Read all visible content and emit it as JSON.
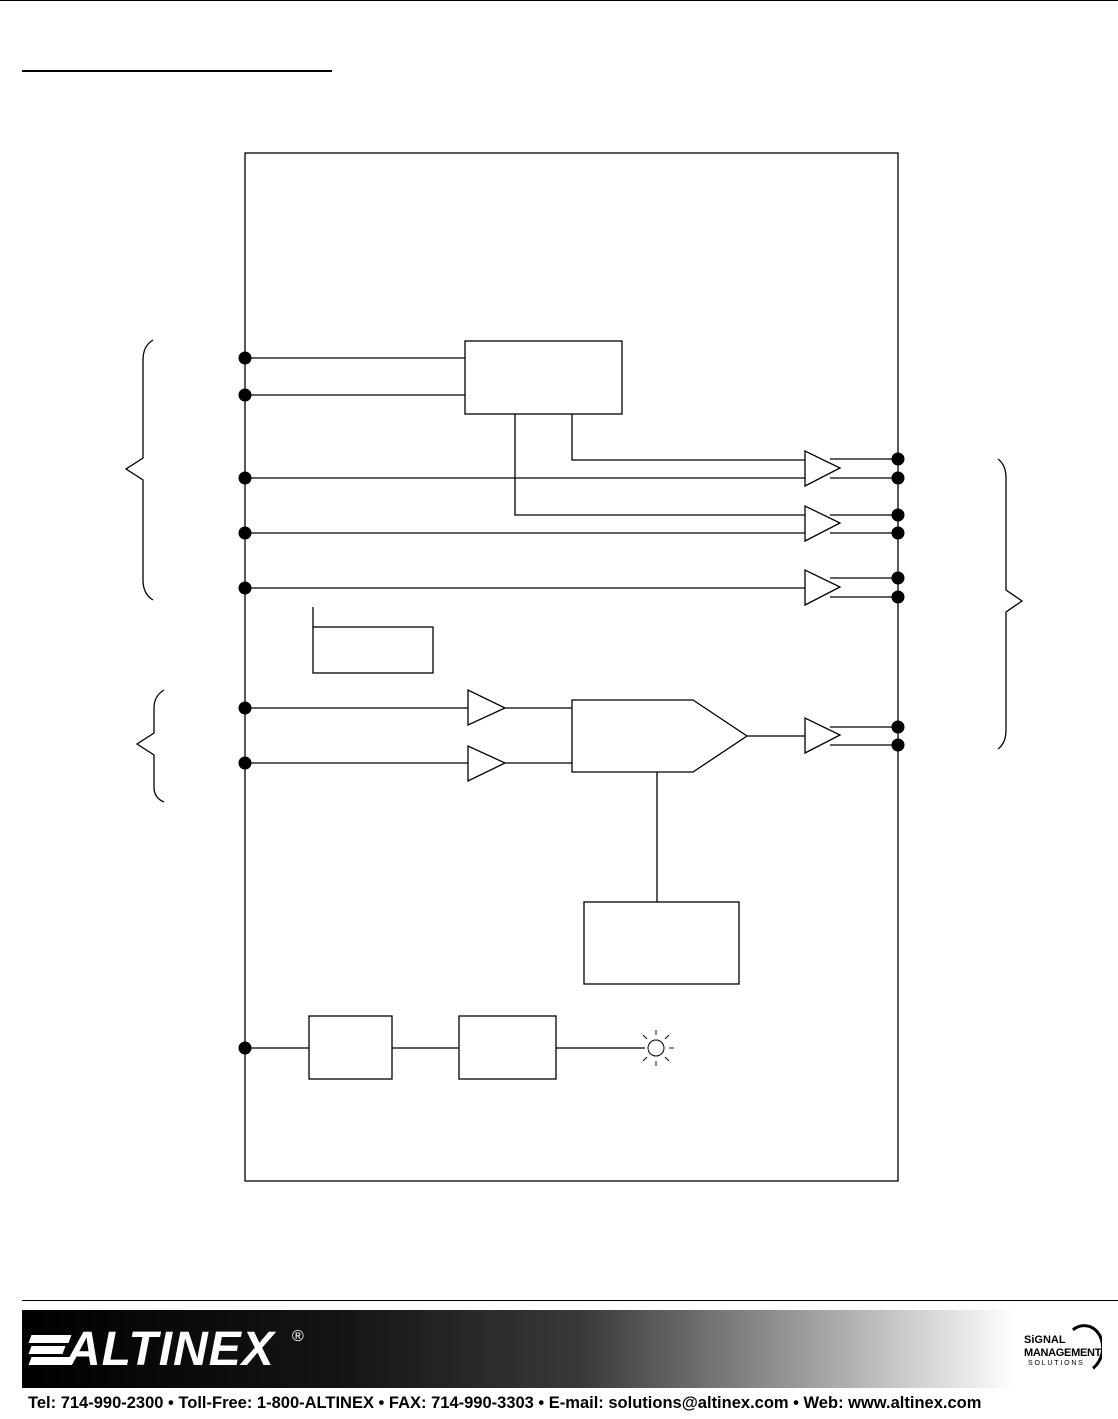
{
  "footer": {
    "brand_name": "ALTINEX",
    "brand_mark": "®",
    "logo_signal": "SiGNAL",
    "logo_management": "MANAGEMENT",
    "logo_solutions": "SOLUTIONS",
    "contact_line": "Tel: 714-990-2300 • Toll-Free: 1-800-ALTINEX • FAX: 714-990-3303 • E-mail: solutions@altinex.com • Web: www.altinex.com"
  },
  "icons": {
    "input_group_brace": "left-brace-icon",
    "output_group_brace": "right-brace-icon",
    "connector": "connector-dot-icon",
    "buffer": "buffer-amplifier-icon",
    "indicator": "led-icon"
  }
}
